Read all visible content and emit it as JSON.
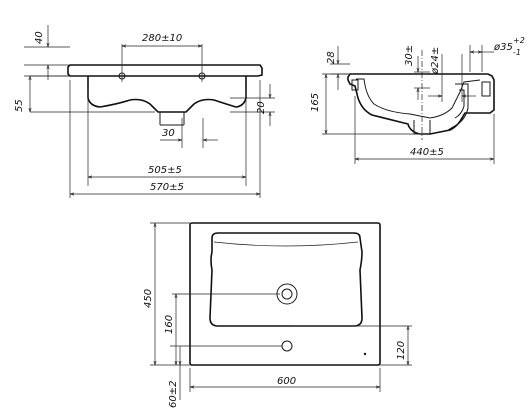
{
  "front_view": {
    "dim_top_gap": "40",
    "dim_left_height": "55",
    "dim_holes_spacing": "280±10",
    "dim_right_height": "20",
    "dim_center_offset": "30",
    "dim_inner_width": "505±5",
    "dim_total_width": "570±5"
  },
  "side_view": {
    "dim_rim": "28",
    "dim_height": "165",
    "dim_depth": "440±5",
    "dim_drain_offset": "30±",
    "dim_drain_diameter": "ø24±",
    "dim_outlet_diameter": "ø35",
    "dim_outlet_tol_upper": "+2",
    "dim_outlet_tol_lower": "-1"
  },
  "top_view": {
    "dim_depth": "450",
    "dim_drain_distance": "160",
    "dim_tap_hole": "120",
    "dim_bottom_offset": "60±2",
    "dim_width": "600"
  }
}
